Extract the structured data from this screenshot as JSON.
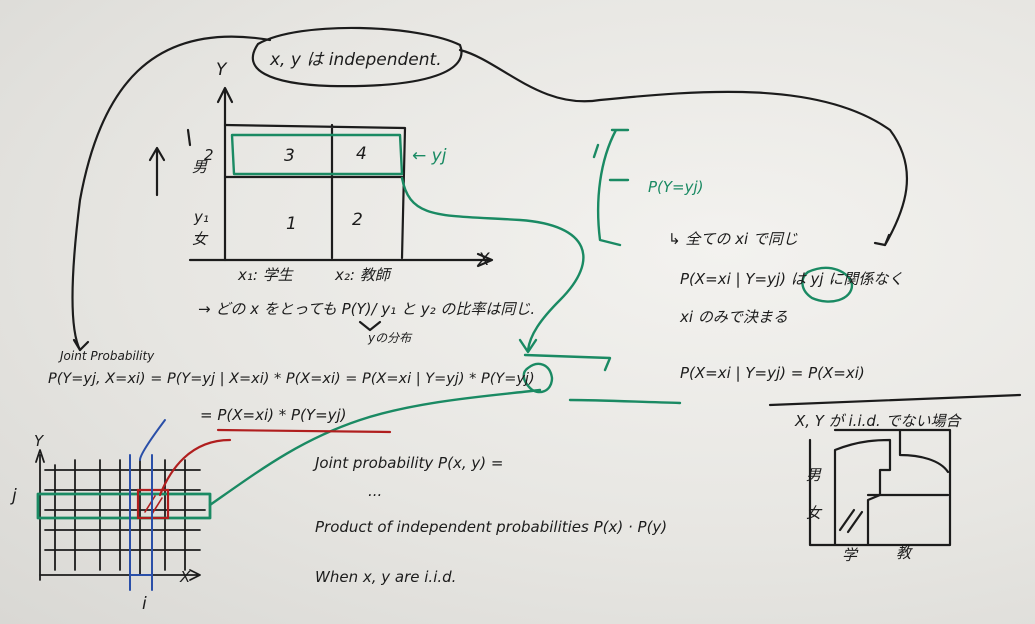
{
  "top_note": "x, y は independent.",
  "axes": {
    "y": "Y",
    "x": "X"
  },
  "cells": {
    "c1": "1",
    "c2": "2",
    "c3": "3",
    "c4": "4"
  },
  "y_labels": {
    "y2_index": "2",
    "y2_text": "男",
    "y1_index": "y₁",
    "y1_text": "女"
  },
  "x_labels": {
    "x1": "x₁: 学生",
    "x2": "x₂: 教師"
  },
  "yj_label": "← yj",
  "sentence1": "→ どの x をとっても P(Y)/ y₁ と y₂ の比率は同じ.",
  "sentence1_note": "yの分布",
  "joint_label": "Joint Probability",
  "joint_eq": "P(Y=yj, X=xi) = P(Y=yj | X=xi) * P(X=xi) = P(X=xi | Y=yj) * P(Y=yj)",
  "joint_eq2": "= P(X=xi) * P(Y=yj)",
  "green_bracket_label": "P(Y=yj)",
  "green_arrow_text": "↳ 全ての xi で同じ",
  "cond_text": "P(X=xi | Y=yj) は yj に関係なく",
  "cond_text2": "xi のみで決まる",
  "cond_text3": "P(X=xi | Y=yj) = P(X=xi)",
  "right_heading": "X, Y が i.i.d. でない場合",
  "right_labels": {
    "male": "男",
    "female": "女",
    "student": "学",
    "teacher": "教"
  },
  "small_grid": {
    "y": "Y",
    "x": "X",
    "j": "j",
    "i": "i"
  },
  "bottom_1": "Joint probability P(x, y) =",
  "bottom_dots": "...",
  "bottom_2": "Product of independent probabilities P(x) · P(y)",
  "bottom_3": "When x, y are i.i.d.",
  "colors": {
    "ink": "#1c1c1c",
    "green": "#1a8a63",
    "red": "#b01e1e",
    "blue": "#2a4fa8"
  }
}
